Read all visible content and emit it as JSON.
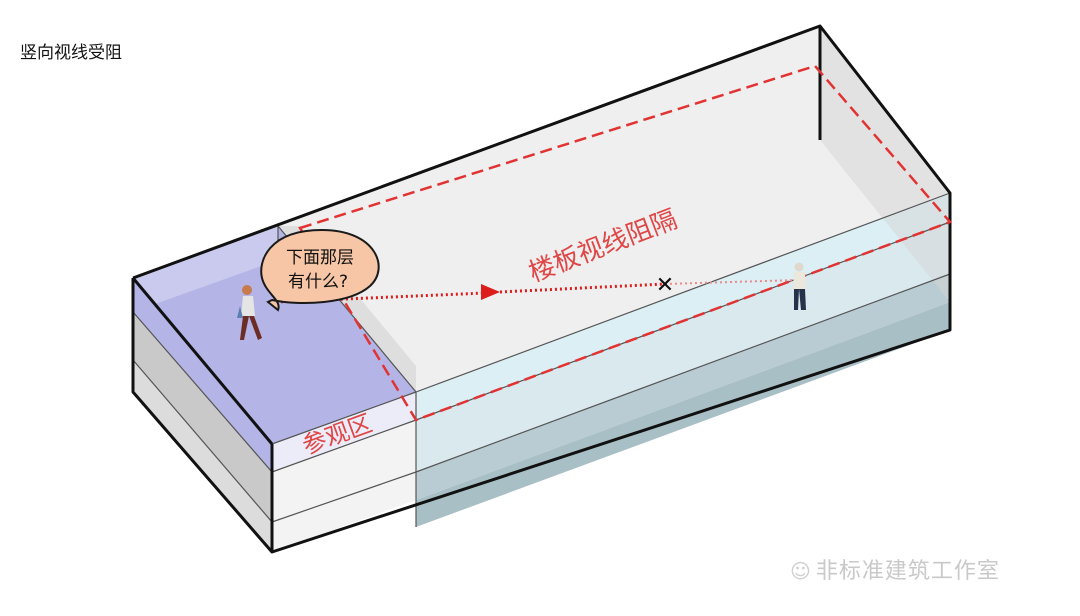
{
  "page_title": "竖向视线受阻",
  "speech_bubble": {
    "line1": "下面那层",
    "line2": "有什么?",
    "color": "#f6c6a6"
  },
  "labels": {
    "slab_blocked": "楼板视线阻隔",
    "viewing_zone": "参观区"
  },
  "sight_line": {
    "blocked_marker": "✕",
    "color": "#dd1c1c"
  },
  "colors": {
    "viewing_zone_fill": "#b4b4e6",
    "slab_fill": "#efefef",
    "lower_glass": "#d9e9ee",
    "dashed_outline": "#e23333",
    "label_red": "#e04646"
  },
  "watermark": {
    "icon": "wechat-icon",
    "text": "非标准建筑工作室"
  }
}
